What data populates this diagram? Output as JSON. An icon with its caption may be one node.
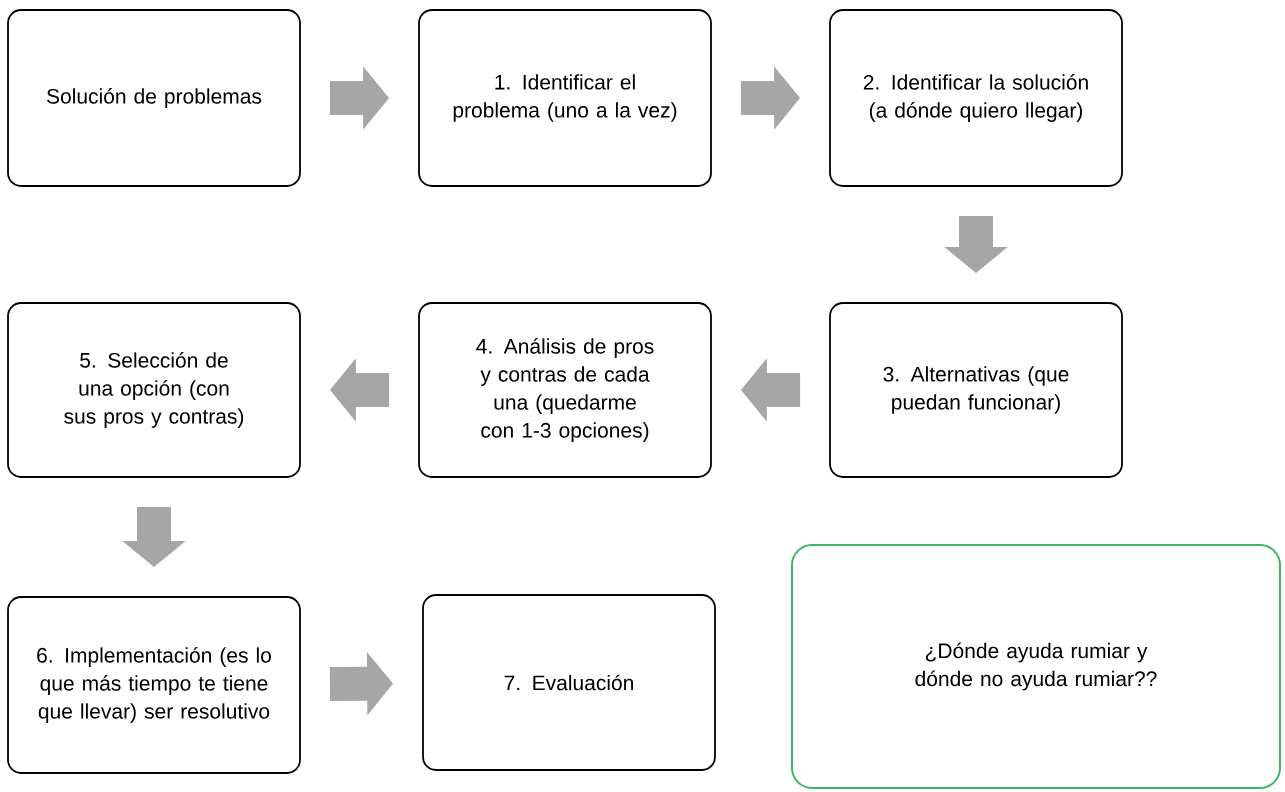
{
  "diagram": {
    "nodes": [
      {
        "text": [
          "Solución de problemas"
        ]
      },
      {
        "text": [
          "1. Identificar el problema (uno a la vez)"
        ]
      },
      {
        "text": [
          "2. Identificar la solución (a dónde quiero llegar)"
        ]
      },
      {
        "text": [
          "3. Alternativas (que puedan funcionar)"
        ]
      },
      {
        "text": [
          "4. Análisis de pros y contras de cada una (quedarme con 1-3 opciones)"
        ]
      },
      {
        "text": [
          "5. Selección de una opción (con sus pros y contras)"
        ]
      },
      {
        "text": [
          "6. Implementación (es lo que más tiempo te tiene que llevar) ser resolutivo"
        ]
      },
      {
        "text": [
          "7. Evaluación"
        ]
      },
      {
        "text": [
          "¿Dónde ayuda rumiar y dónde no ayuda rumiar??"
        ]
      }
    ],
    "edges": [
      {
        "from": 0,
        "to": 1,
        "arrow": "to"
      },
      {
        "from": 1,
        "to": 2,
        "arrow": "to"
      },
      {
        "from": 2,
        "to": 3,
        "arrow": "to"
      },
      {
        "from": 3,
        "to": 4,
        "arrow": "to"
      },
      {
        "from": 4,
        "to": 5,
        "arrow": "to"
      },
      {
        "from": 5,
        "to": 6,
        "arrow": "to"
      },
      {
        "from": 6,
        "to": 7,
        "arrow": "to"
      }
    ]
  }
}
